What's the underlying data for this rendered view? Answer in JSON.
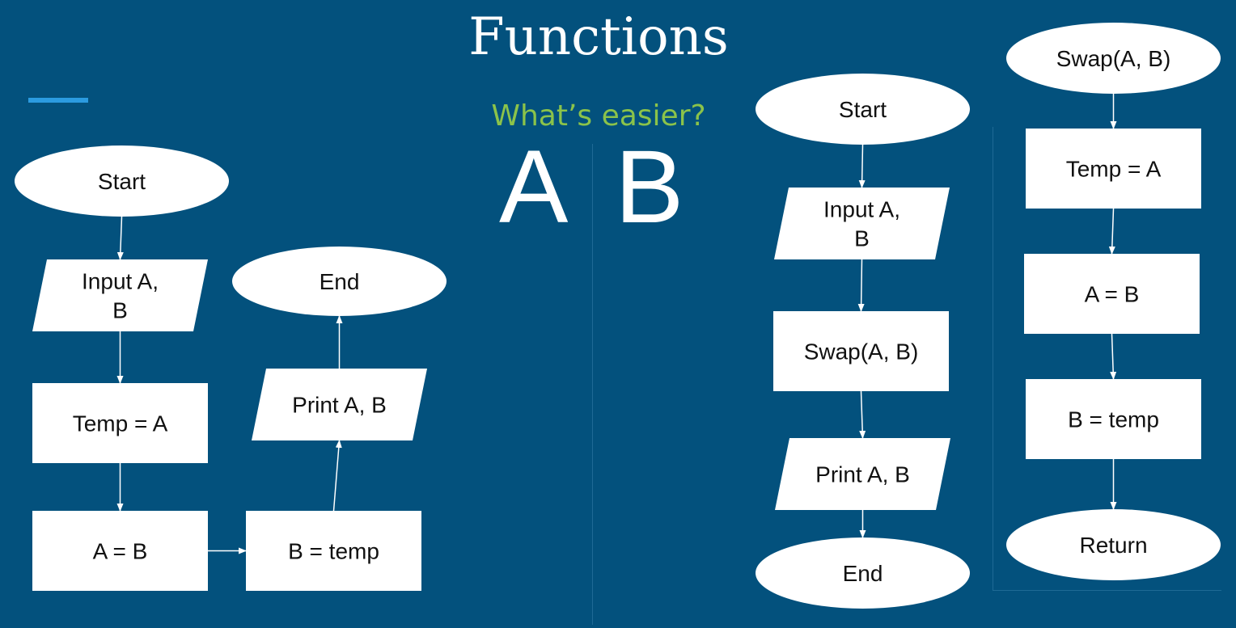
{
  "title": "Functions",
  "subtitle": "What’s easier?",
  "option_a": "A",
  "option_b": "B",
  "flowchart_a": {
    "nodes": [
      {
        "id": "start",
        "shape": "ellipse",
        "text": "Start"
      },
      {
        "id": "input",
        "shape": "parallelogram",
        "text": "Input A,\nB"
      },
      {
        "id": "temp",
        "shape": "rect",
        "text": "Temp = A"
      },
      {
        "id": "assign",
        "shape": "rect",
        "text": "A = B"
      },
      {
        "id": "btemp",
        "shape": "rect",
        "text": "B = temp"
      },
      {
        "id": "print",
        "shape": "parallelogram",
        "text": "Print A, B"
      },
      {
        "id": "end",
        "shape": "ellipse",
        "text": "End"
      }
    ],
    "edges": [
      [
        "start",
        "input"
      ],
      [
        "input",
        "temp"
      ],
      [
        "temp",
        "assign"
      ],
      [
        "assign",
        "btemp"
      ],
      [
        "btemp",
        "print"
      ],
      [
        "print",
        "end"
      ]
    ]
  },
  "flowchart_b_main": {
    "nodes": [
      {
        "id": "start",
        "shape": "ellipse",
        "text": "Start"
      },
      {
        "id": "input",
        "shape": "parallelogram",
        "text": "Input A,\nB"
      },
      {
        "id": "call",
        "shape": "rect",
        "text": "Swap(A, B)"
      },
      {
        "id": "print",
        "shape": "parallelogram",
        "text": "Print A, B"
      },
      {
        "id": "end",
        "shape": "ellipse",
        "text": "End"
      }
    ],
    "edges": [
      [
        "start",
        "input"
      ],
      [
        "input",
        "call"
      ],
      [
        "call",
        "print"
      ],
      [
        "print",
        "end"
      ]
    ]
  },
  "flowchart_b_function": {
    "nodes": [
      {
        "id": "header",
        "shape": "ellipse",
        "text": "Swap(A, B)"
      },
      {
        "id": "temp",
        "shape": "rect",
        "text": "Temp = A"
      },
      {
        "id": "assign",
        "shape": "rect",
        "text": "A = B"
      },
      {
        "id": "btemp",
        "shape": "rect",
        "text": "B = temp"
      },
      {
        "id": "ret",
        "shape": "ellipse",
        "text": "Return"
      }
    ],
    "edges": [
      [
        "header",
        "temp"
      ],
      [
        "temp",
        "assign"
      ],
      [
        "assign",
        "btemp"
      ],
      [
        "btemp",
        "ret"
      ]
    ]
  },
  "colors": {
    "background": "#03517d",
    "accent": "#2b9be0",
    "subtitle": "#8bc34a",
    "shape": "#ffffff"
  }
}
